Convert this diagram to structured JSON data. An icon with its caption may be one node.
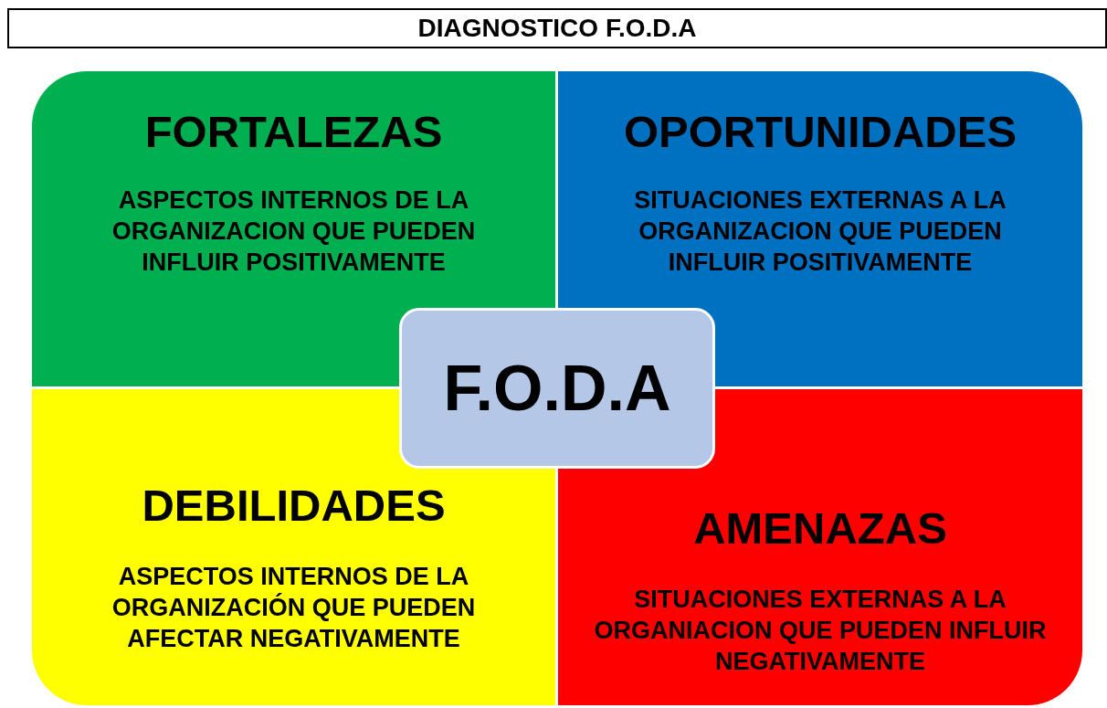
{
  "diagram": {
    "title": "DIAGNOSTICO F.O.D.A",
    "nodes": [
      {
        "text": [
          "FORTALEZAS",
          "ASPECTOS INTERNOS DE LA ORGANIZACION QUE PUEDEN INFLUIR POSITIVAMENTE"
        ]
      },
      {
        "text": [
          "OPORTUNIDADES",
          "SITUACIONES EXTERNAS A LA ORGANIZACION QUE PUEDEN INFLUIR POSITIVAMENTE"
        ]
      },
      {
        "text": [
          "DEBILIDADES",
          "ASPECTOS INTERNOS DE LA ORGANIZACIÓN QUE PUEDEN AFECTAR NEGATIVAMENTE"
        ]
      },
      {
        "text": [
          "AMENAZAS",
          "SITUACIONES EXTERNAS A LA ORGANIACION QUE PUEDEN INFLUIR NEGATIVAMENTE"
        ]
      },
      {
        "text": [
          "F.O.D.A"
        ]
      }
    ]
  }
}
